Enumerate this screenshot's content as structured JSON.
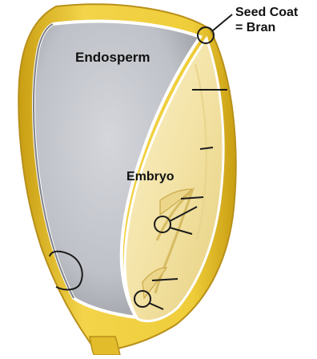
{
  "labels": {
    "endosperm": "Endosperm",
    "embryo": "Embryo",
    "seed_coat_line1": "Seed Coat",
    "seed_coat_line2": "= Bran"
  },
  "colors": {
    "bran_yellow": "#e9c62a",
    "bran_dark": "#b8901a",
    "endosperm_gray": "#c4c6cc",
    "endosperm_shadow": "#9a9ca3",
    "embryo_cream": "#f3e3a6",
    "embryo_light": "#fbf1cc",
    "outline": "#1a1a1a"
  },
  "icons": [
    "circle-marker",
    "pointer-line"
  ]
}
